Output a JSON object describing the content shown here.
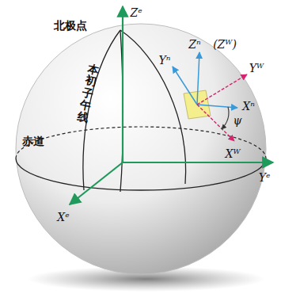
{
  "diagram": {
    "labels": [
      "Zᵉ",
      "北极点",
      "本初子午线",
      "Yⁿ",
      "Zⁿ",
      "(Zᵂ)",
      "Yᵂ",
      "Xⁿ",
      "ψ",
      "Xᵂ",
      "赤道",
      "Yᵉ",
      "Xᵉ"
    ]
  }
}
